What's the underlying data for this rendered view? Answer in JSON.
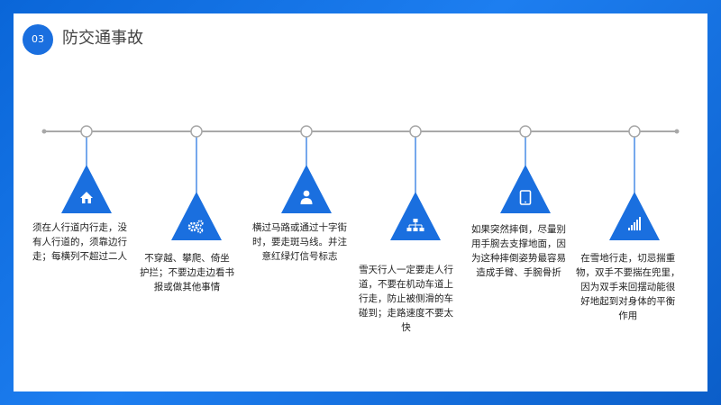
{
  "header": {
    "section_number": "03",
    "title": "防交通事故"
  },
  "steps": [
    {
      "icon": "home-icon",
      "lines": [
        "须在人行道内行走，没",
        "有人行道的，须靠边行",
        "走；每横列不超过二人"
      ]
    },
    {
      "icon": "gears-icon",
      "lines": [
        "不穿越、攀爬、倚坐",
        "护拦；不要边走边看书",
        "报或做其他事情"
      ]
    },
    {
      "icon": "person-icon",
      "lines": [
        "横过马路或通过十字街",
        "时，要走斑马线。并注",
        "意红绿灯信号标志"
      ]
    },
    {
      "icon": "network-icon",
      "lines": [
        "雪天行人一定要走人行",
        "道，不要在机动车道上",
        "行走，防止被侧滑的车",
        "碰到；走路速度不要太",
        "快"
      ]
    },
    {
      "icon": "tablet-icon",
      "lines": [
        "如果突然摔倒，尽量别",
        "用手腕去支撑地面，因",
        "为这种摔倒姿势最容易",
        "造成手臂、手腕骨折"
      ]
    },
    {
      "icon": "signal-bars-icon",
      "lines": [
        "在雪地行走，切忌揣重",
        "物，双手不要揣在兜里，",
        "因为双手来回摆动能很",
        "好地起到对身体的平衡",
        "作用"
      ]
    }
  ],
  "colors": {
    "accent": "#1a6fdf",
    "background_blue": "#0a66d8",
    "timeline_gray": "#a8a8a8"
  }
}
